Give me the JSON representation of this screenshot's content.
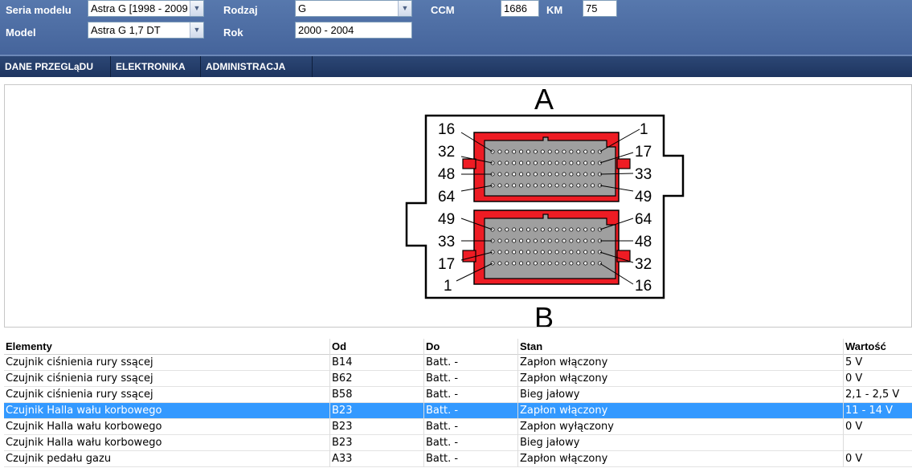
{
  "header": {
    "seria_label": "Seria modelu",
    "seria_value": "Astra G [1998 - 2009",
    "model_label": "Model",
    "model_value": "Astra G 1,7 DT",
    "rodzaj_label": "Rodzaj",
    "rodzaj_value": "G",
    "rok_label": "Rok",
    "rok_value": "2000 - 2004",
    "ccm_label": "CCM",
    "ccm_value": "1686",
    "km_label": "KM",
    "km_value": "75",
    "dropdown_icon": "chevron-down-icon"
  },
  "nav": {
    "items": [
      "DANE PRZEGLąDU",
      "ELEKTRONIKA",
      "ADMINISTRACJA"
    ]
  },
  "diagram": {
    "letter_top": "A",
    "letter_bottom": "B",
    "a_left_labels": [
      "16",
      "32",
      "48",
      "64"
    ],
    "a_right_labels": [
      "1",
      "17",
      "33",
      "49"
    ],
    "b_left_labels": [
      "49",
      "33",
      "17",
      "1"
    ],
    "b_right_labels": [
      "64",
      "48",
      "32",
      "16"
    ],
    "colors": {
      "frame": "#ee1c24",
      "body": "#9f9f9f"
    }
  },
  "table": {
    "columns": [
      "Elementy",
      "Od",
      "Do",
      "Stan",
      "Wartość"
    ],
    "rows": [
      [
        "Czujnik ciśnienia rury ssącej",
        "B14",
        "Batt. -",
        "Zapłon włączony",
        "5 V"
      ],
      [
        "Czujnik ciśnienia rury ssącej",
        "B62",
        "Batt. -",
        "Zapłon włączony",
        "0 V"
      ],
      [
        "Czujnik ciśnienia rury ssącej",
        "B58",
        "Batt. -",
        "Bieg jałowy",
        "2,1 - 2,5 V"
      ],
      [
        "Czujnik Halla wału korbowego",
        "B23",
        "Batt. -",
        "Zapłon włączony",
        "11 - 14 V"
      ],
      [
        "Czujnik Halla wału korbowego",
        "B23",
        "Batt. -",
        "Zapłon wyłączony",
        "0 V"
      ],
      [
        "Czujnik Halla wału korbowego",
        "B23",
        "Batt. -",
        "Bieg jałowy",
        ""
      ],
      [
        "Czujnik pedału gazu",
        "A33",
        "Batt. -",
        "Zapłon włączony",
        "0 V"
      ]
    ],
    "selected_row": 3
  }
}
